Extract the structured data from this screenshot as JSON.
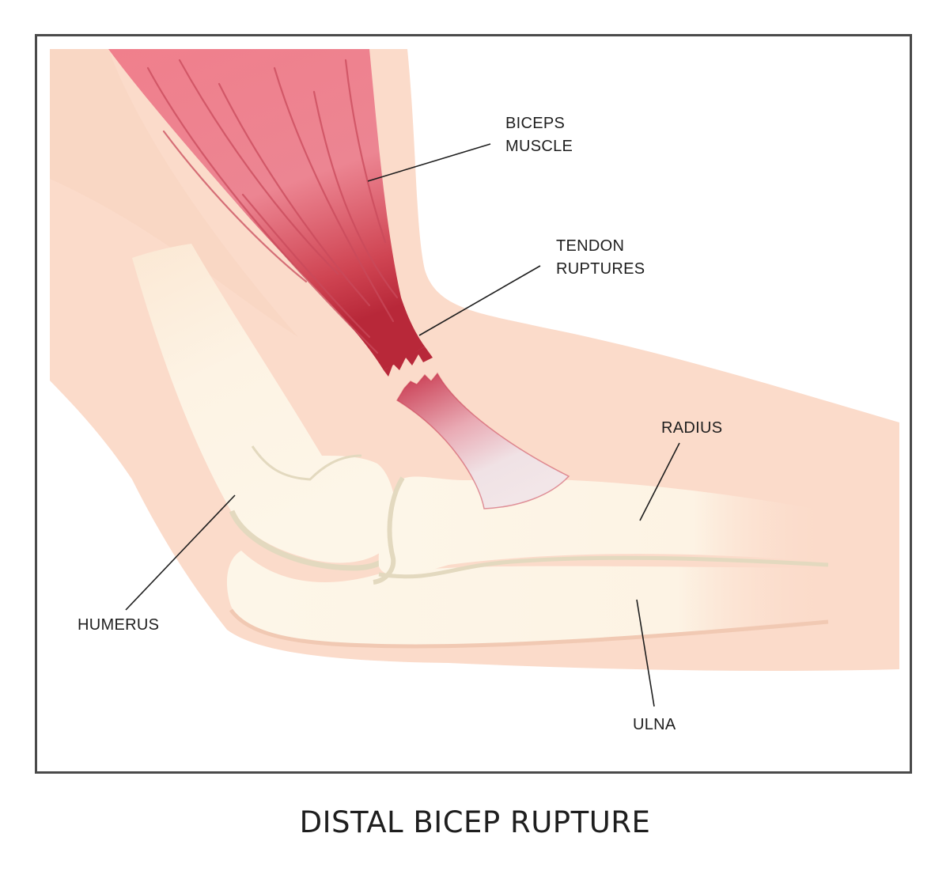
{
  "title": "DISTAL BICEP RUPTURE",
  "labels": {
    "biceps_muscle": [
      "BICEPS",
      "MUSCLE"
    ],
    "tendon_ruptures": [
      "TENDON",
      "RUPTURES"
    ],
    "radius": "RADIUS",
    "humerus": "HUMERUS",
    "ulna": "ULNA"
  },
  "colors": {
    "skin": "#fbdbca",
    "skin_shadow": "#f6cdb9",
    "muscle": "#ef8a95",
    "muscle_dark": "#c2303f",
    "bone": "#fdf6e8",
    "bone_outline": "#e3d9bf",
    "tendon": "#efe3e6",
    "frame": "#4a4a4a",
    "text": "#1e1e1e"
  }
}
